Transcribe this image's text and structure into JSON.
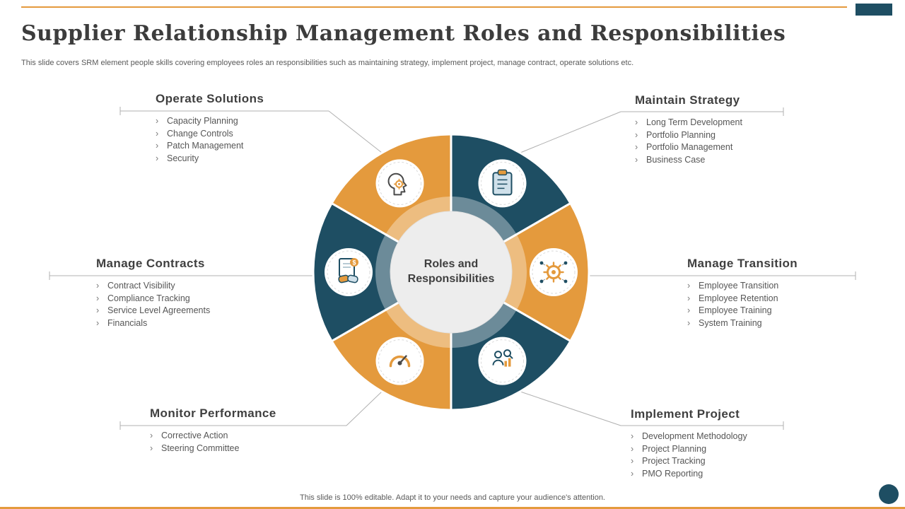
{
  "slide": {
    "title": "Supplier Relationship Management Roles and Responsibilities",
    "subtitle": "This slide covers SRM element people skills covering employees roles an responsibilities such as maintaining strategy, implement project, manage contract, operate solutions etc.",
    "footer": "This slide is 100% editable. Adapt it to your needs and capture your audience's attention."
  },
  "ui": {
    "bullet": "›"
  },
  "diagram": {
    "center_label": "Roles and Responsibilities",
    "colors": {
      "orange": "#E49A3D",
      "dark_blue": "#1E4E63",
      "center_gray": "#EDEDED",
      "line_gray": "#B0B0B0"
    }
  },
  "sections": [
    {
      "id": "operate-solutions",
      "title": "Operate Solutions",
      "icon": "head-gear-icon",
      "items": [
        "Capacity Planning",
        "Change Controls",
        "Patch Management",
        "Security"
      ]
    },
    {
      "id": "maintain-strategy",
      "title": "Maintain Strategy",
      "icon": "clipboard-icon",
      "items": [
        "Long Term Development",
        "Portfolio Planning",
        "Portfolio Management",
        "Business Case"
      ]
    },
    {
      "id": "manage-contracts",
      "title": "Manage Contracts",
      "icon": "handshake-document-icon",
      "items": [
        "Contract Visibility",
        "Compliance Tracking",
        "Service Level Agreements",
        "Financials"
      ]
    },
    {
      "id": "manage-transition",
      "title": "Manage Transition",
      "icon": "gear-network-icon",
      "items": [
        "Employee Transition",
        "Employee Retention",
        "Employee Training",
        "System Training"
      ]
    },
    {
      "id": "monitor-performance",
      "title": "Monitor Performance",
      "icon": "gauge-icon",
      "items": [
        "Corrective Action",
        "Steering Committee"
      ]
    },
    {
      "id": "implement-project",
      "title": "Implement Project",
      "icon": "person-analysis-icon",
      "items": [
        "Development Methodology",
        "Project Planning",
        "Project Tracking",
        "PMO Reporting"
      ]
    }
  ]
}
